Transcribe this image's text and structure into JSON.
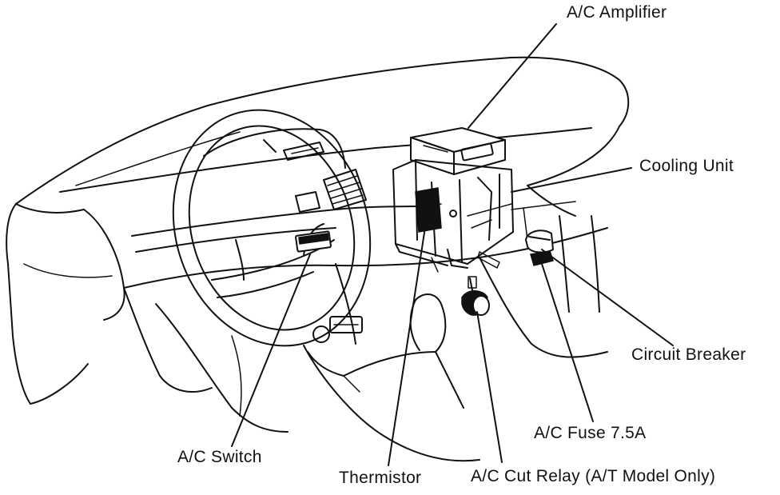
{
  "labels": {
    "ac_amplifier": "A/C Amplifier",
    "cooling_unit": "Cooling Unit",
    "circuit_breaker": "Circuit Breaker",
    "ac_fuse": "A/C Fuse 7.5A",
    "ac_switch": "A/C Switch",
    "thermistor": "Thermistor",
    "ac_cut_relay": "A/C Cut Relay (A/T Model Only)"
  }
}
